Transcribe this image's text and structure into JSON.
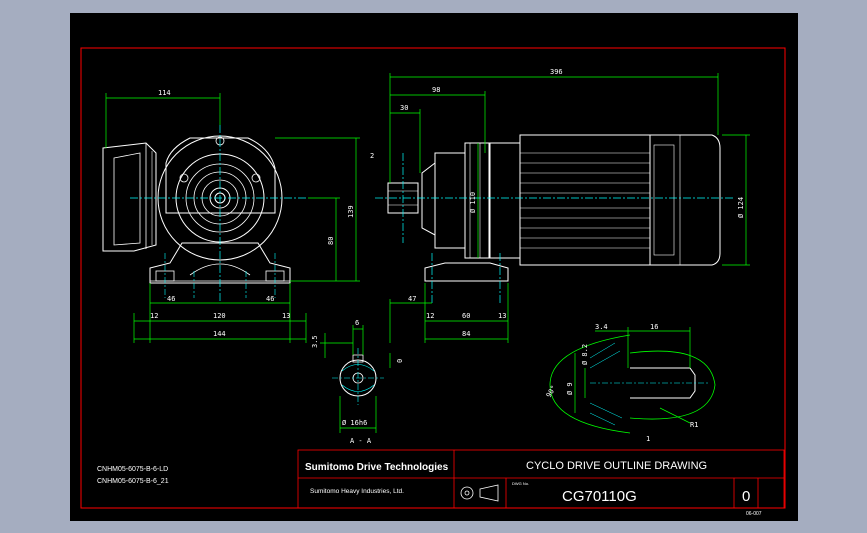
{
  "dims": {
    "width_total": "114",
    "dim_length": "396",
    "dim_98": "98",
    "dim_30": "30",
    "height_139": "139",
    "height_80": "80",
    "bolt_46a": "46",
    "bolt_46b": "46",
    "bottom_12a": "12",
    "bottom_120": "120",
    "bottom_13": "13",
    "bottom_144": "144",
    "side_47": "47",
    "side_12": "12",
    "side_60": "60",
    "side_13": "13",
    "side_84": "84",
    "shaft_dia": "Ø 110",
    "motor_dia": "Ø 124",
    "label_2": "2",
    "key_6": "6",
    "key_3_5": "3.5",
    "key_0": "0",
    "shaft_section_dia": "Ø 16h6",
    "section_label": "A - A",
    "detail_3_4": "3.4",
    "detail_16": "16",
    "detail_8_2": "Ø 8.2",
    "detail_angle": "90°",
    "detail_9": "Ø 9",
    "detail_label_1": "1",
    "detail_r1": "R1",
    "drw_no_small": "06-007"
  },
  "models": [
    "CNHM05-6075-B-6-LD",
    "CNHM05-6075-B-6_21"
  ],
  "title_block": {
    "brand": "Sumitomo Drive Technologies",
    "brand_sub": "Sumitomo Heavy Industries, Ltd.",
    "title": "CYCLO DRIVE OUTLINE DRAWING",
    "drawing_label": "DWG No.",
    "drawing_no": "CG70110G",
    "revision": "0"
  },
  "colors": {
    "background": "#000000",
    "outer": "#a5adc0",
    "frame": "#ff0000",
    "outline": "#ffffff",
    "center": "#00ffff",
    "dimension": "#00ff00",
    "hatch": "#00ffff"
  }
}
